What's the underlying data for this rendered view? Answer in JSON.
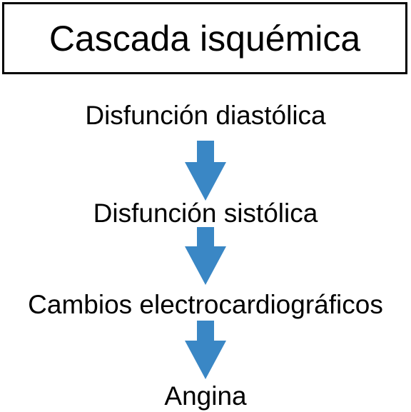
{
  "title": "Cascada isquémica",
  "steps": [
    "Disfunción diastólica",
    "Disfunción sistólica",
    "Cambios electrocardiográficos",
    "Angina"
  ],
  "arrow_color": "#3a87c5",
  "border_color": "#000000"
}
